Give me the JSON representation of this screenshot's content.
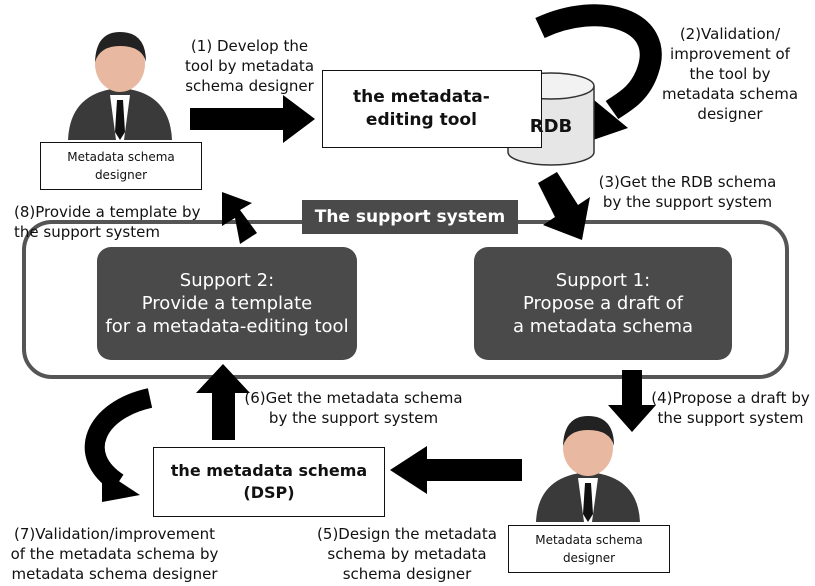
{
  "tool_box": {
    "label": "the metadata-\nediting tool"
  },
  "rdb": {
    "label": "RDB"
  },
  "dsp_box": {
    "label": "the metadata schema\n(DSP)"
  },
  "support_system": {
    "title": "The support system"
  },
  "support1": {
    "label": "Support 1:\nPropose a draft of\na metadata schema"
  },
  "support2": {
    "label": "Support 2:\nProvide a template\nfor a metadata-editing tool"
  },
  "designer_top": {
    "label": "Metadata schema\ndesigner"
  },
  "designer_bottom": {
    "label": "Metadata schema\ndesigner"
  },
  "steps": {
    "s1": "(1) Develop the\ntool by metadata\nschema designer",
    "s2": "(2)Validation/\nimprovement of\nthe tool by\nmetadata schema\ndesigner",
    "s3": "(3)Get the RDB schema\nby the support system",
    "s4": "(4)Propose a draft by\nthe support system",
    "s5": "(5)Design the metadata\nschema by metadata\nschema designer",
    "s6": "(6)Get the metadata schema\nby the support system",
    "s7": "(7)Validation/improvement\nof the metadata schema by\nmetadata schema designer",
    "s8": "(8)Provide a template by\nthe support system"
  },
  "colors": {
    "dark_fill": "#4a4a4a",
    "arrow": "#000000",
    "person_suit": "#3a3a3a",
    "person_skin": "#e8b9a0"
  }
}
